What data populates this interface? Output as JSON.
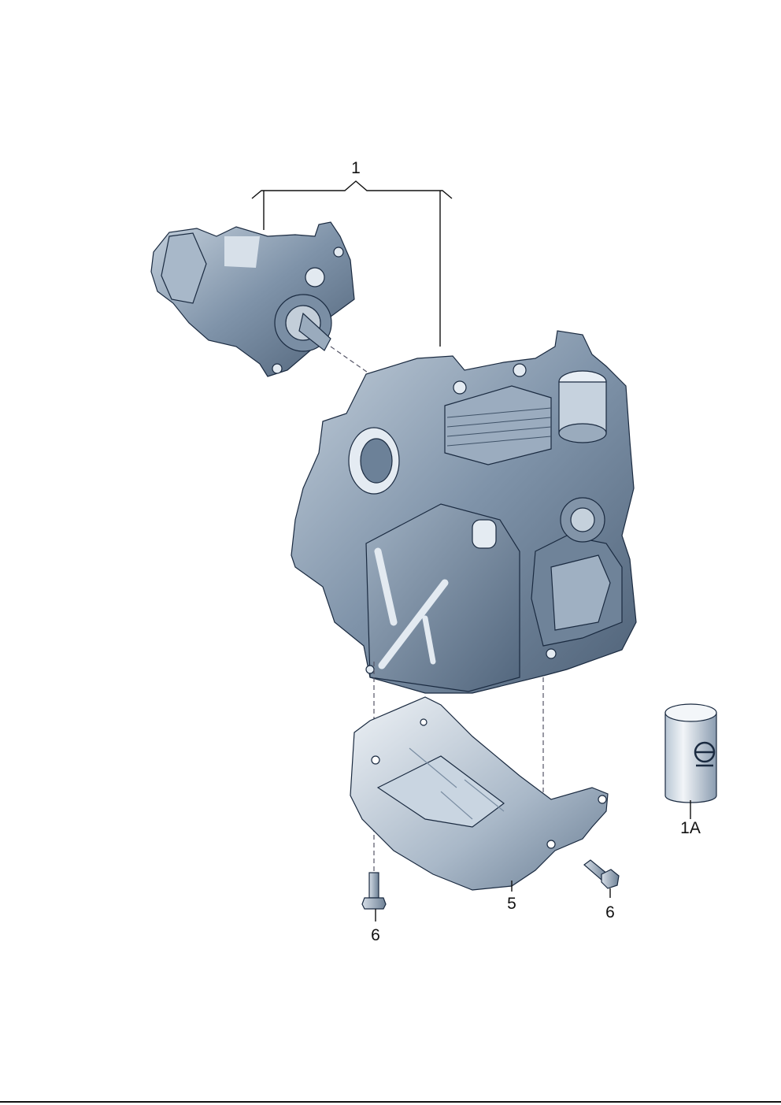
{
  "callouts": {
    "part_1": "1",
    "part_1a": "1A",
    "part_5": "5",
    "part_6_left": "6",
    "part_6_right": "6"
  },
  "colors": {
    "housing_dark": "#5b6f86",
    "housing_mid": "#8ea0b4",
    "housing_light": "#c9d4df",
    "highlight": "#e8eef4",
    "line": "#111111"
  }
}
